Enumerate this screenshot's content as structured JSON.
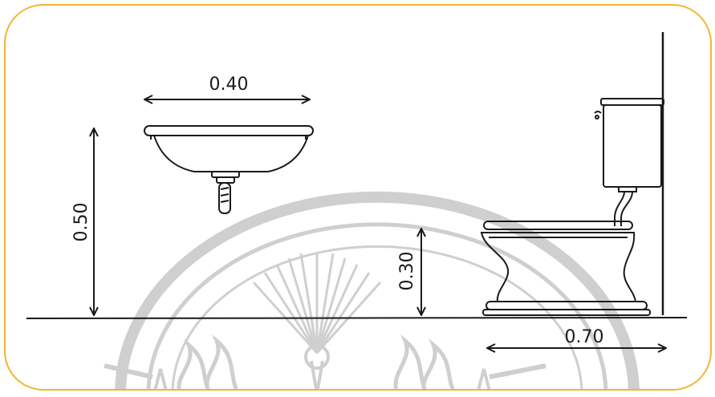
{
  "diagram": {
    "frame_color": "#F2B632",
    "line_color": "#1a1a1a",
    "watermark_color": "#CFCFCF",
    "dimensions": {
      "basin_width": "0.40",
      "basin_height": "0.50",
      "toilet_seat_height": "0.30",
      "toilet_clearance": "0.70"
    },
    "watermark": "university-seal-emblem"
  }
}
